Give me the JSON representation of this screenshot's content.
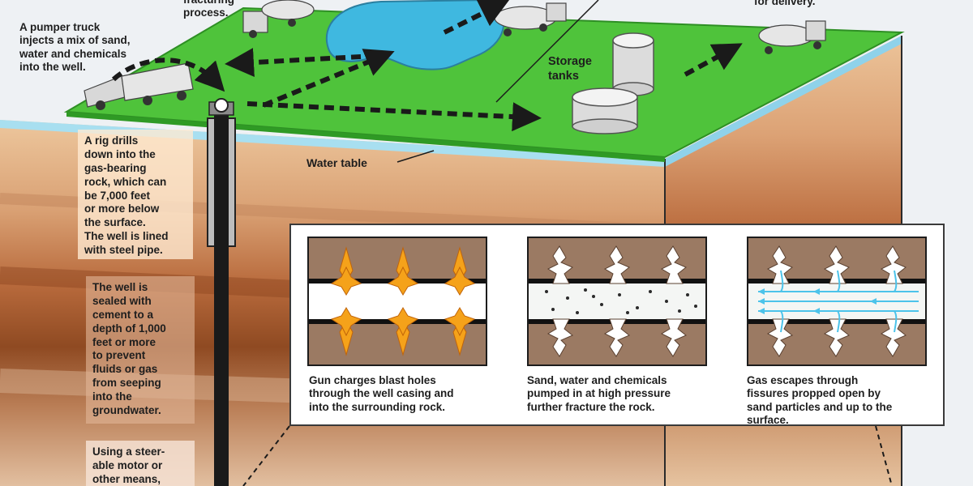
{
  "labels": {
    "pumper_truck": "A pumper truck\ninjects a mix of sand,\nwater and chemicals\ninto the well.",
    "fracturing_top": "fracturing\nprocess.",
    "delivery_top": "for delivery.",
    "storage_tanks": "Storage\ntanks",
    "water_table": "Water table"
  },
  "side_notes": {
    "rig_drills": "A rig drills\ndown into the\ngas-bearing\nrock, which can\nbe 7,000 feet\nor more below\nthe surface.\nThe well is lined\nwith steel pipe.",
    "well_sealed": "The well is\nsealed with\ncement to a\ndepth of 1,000\nfeet or more\nto prevent\nfluids or gas\nfrom seeping\ninto the\ngroundwater.",
    "steerable_motor": "Using a steer-\nable motor or\nother means,"
  },
  "stages": [
    {
      "caption": "Gun charges blast holes\nthrough the well casing and\ninto the surrounding rock."
    },
    {
      "caption": "Sand, water and chemicals\npumped in at high pressure\nfurther fracture the rock."
    },
    {
      "caption": "Gas escapes through\nfissures propped open by\nsand particles and up to the\nsurface."
    }
  ],
  "colors": {
    "grass": "#4fc33b",
    "grass_edge": "#2e8f24",
    "water_pond": "#3fb8e0",
    "water_table_band": "#a8dff0",
    "soil_light": "#e7bf95",
    "soil_mid": "#c98a5a",
    "soil_dark": "#9a5128",
    "rock_frame": "#9b7a63",
    "blast_orange": "#f5a21a",
    "gas_arrow": "#4cc3ea"
  }
}
